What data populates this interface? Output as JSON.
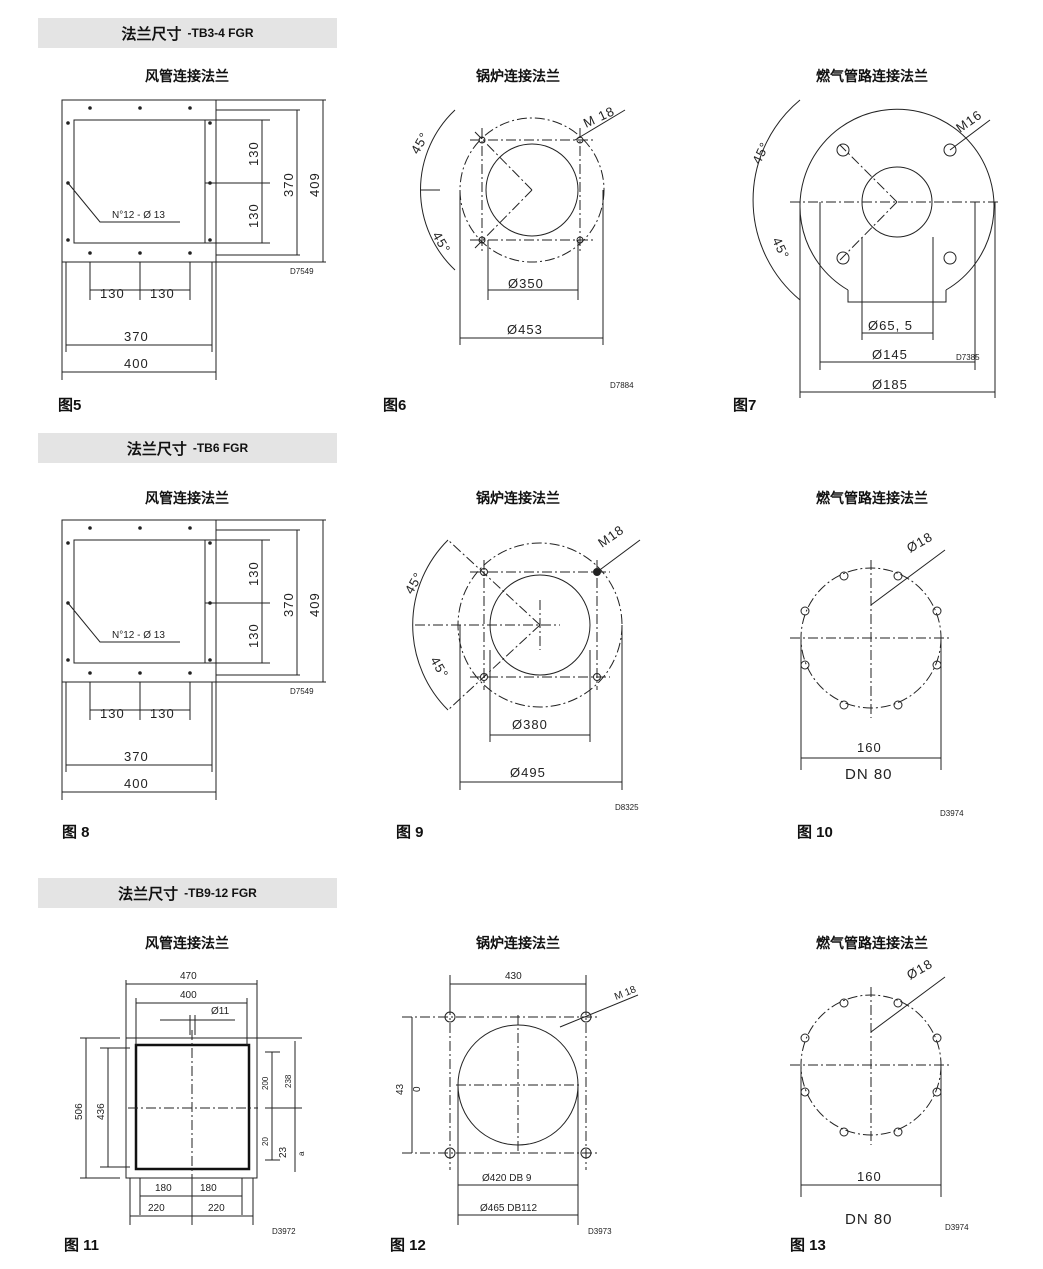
{
  "sections": [
    {
      "title": "法兰尺寸",
      "model": "-TB3-4 FGR",
      "figures": [
        {
          "subtitle": "风管连接法兰",
          "label": "图5",
          "code": "D7549",
          "holes": "N°12 - Ø 13",
          "dims": [
            "130",
            "130",
            "370",
            "409",
            "130",
            "130",
            "370",
            "400"
          ]
        },
        {
          "subtitle": "锅炉连接法兰",
          "label": "图6",
          "code": "D7884",
          "thread": "M 18",
          "angles": [
            "45°",
            "45°"
          ],
          "dims": [
            "Ø350",
            "Ø453"
          ]
        },
        {
          "subtitle": "燃气管路连接法兰",
          "label": "图7",
          "code": "D7385",
          "thread": "M16",
          "angles": [
            "45°",
            "45°"
          ],
          "dims": [
            "Ø65, 5",
            "Ø145",
            "Ø185"
          ]
        }
      ]
    },
    {
      "title": "法兰尺寸",
      "model": "-TB6 FGR",
      "figures": [
        {
          "subtitle": "风管连接法兰",
          "label": "图 8",
          "code": "D7549",
          "holes": "N°12 - Ø 13",
          "dims": [
            "130",
            "130",
            "370",
            "409",
            "130",
            "130",
            "370",
            "400"
          ]
        },
        {
          "subtitle": "锅炉连接法兰",
          "label": "图 9",
          "code": "D8325",
          "thread": "M18",
          "angles": [
            "45°",
            "45°"
          ],
          "dims": [
            "Ø380",
            "Ø495"
          ]
        },
        {
          "subtitle": "燃气管路连接法兰",
          "label": "图 10",
          "code": "D3974",
          "thread": "Ø18",
          "dims": [
            "160",
            "DN 80"
          ]
        }
      ]
    },
    {
      "title": "法兰尺寸",
      "model": "-TB9-12 FGR",
      "figures": [
        {
          "subtitle": "风管连接法兰",
          "label": "图 11",
          "code": "D3972",
          "hole": "Ø11",
          "dims": [
            "470",
            "400",
            "506",
            "436",
            "200",
            "238",
            "20",
            "23",
            "a",
            "180",
            "180",
            "220",
            "220"
          ]
        },
        {
          "subtitle": "锅炉连接法兰",
          "label": "图 12",
          "code": "D3973",
          "thread": "M 18",
          "dims": [
            "430",
            "43",
            "0",
            "Ø420  DB 9",
            "Ø465 DB112"
          ]
        },
        {
          "subtitle": "燃气管路连接法兰",
          "label": "图 13",
          "code": "D3974",
          "thread": "Ø18",
          "dims": [
            "160",
            "DN 80"
          ]
        }
      ]
    }
  ]
}
